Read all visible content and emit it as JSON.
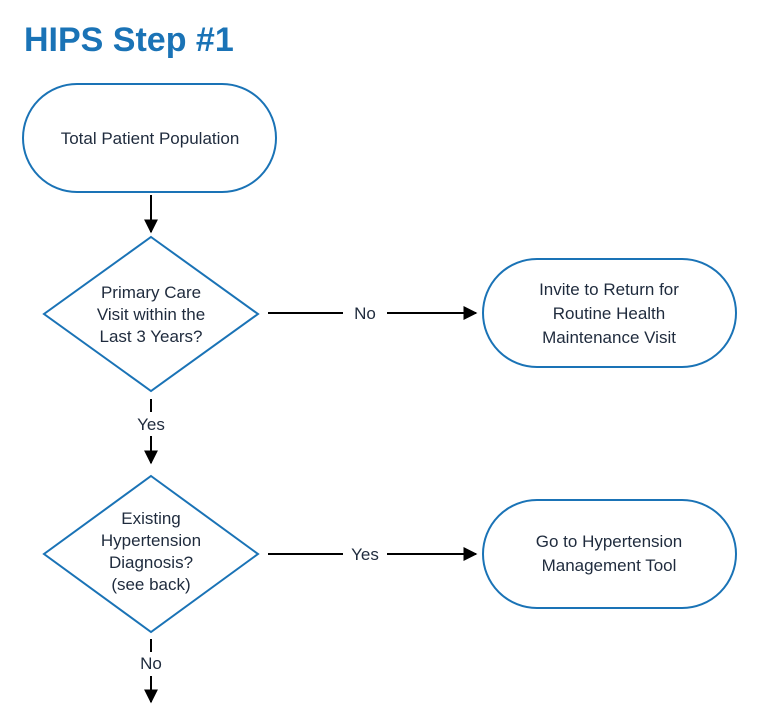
{
  "title": "HIPS Step #1",
  "colors": {
    "title": "#1a73b6",
    "node_stroke": "#1a73b6",
    "node_fill": "#ffffff",
    "text": "#1f2b3d",
    "arrow": "#000000"
  },
  "nodes": {
    "total_population": {
      "lines": [
        "Total Patient Population"
      ]
    },
    "primary_care_decision": {
      "lines": [
        "Primary Care",
        "Visit within the",
        "Last 3 Years?"
      ]
    },
    "invite_return": {
      "lines": [
        "Invite to Return for",
        "Routine Health",
        "Maintenance Visit"
      ]
    },
    "hypertension_decision": {
      "lines": [
        "Existing",
        "Hypertension",
        "Diagnosis?",
        "(see back)"
      ]
    },
    "management_tool": {
      "lines": [
        "Go to Hypertension",
        "Management Tool"
      ]
    }
  },
  "edges": {
    "primary_care_no": "No",
    "primary_care_yes": "Yes",
    "hypertension_yes": "Yes",
    "hypertension_no": "No"
  }
}
